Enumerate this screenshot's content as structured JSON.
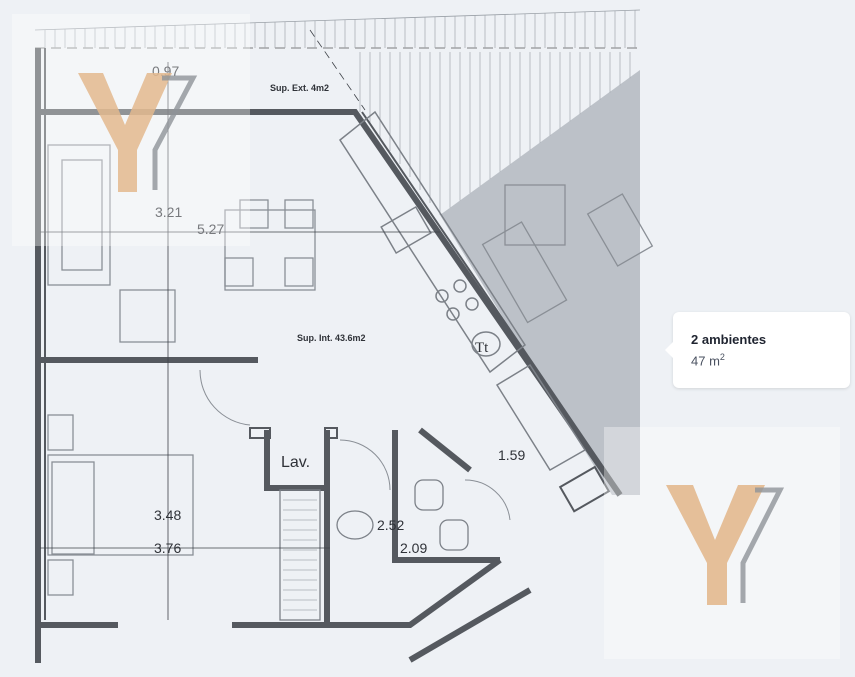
{
  "listing": {
    "rooms_label": "2 ambientes",
    "area_value": "47 m",
    "area_unit_sup": "2"
  },
  "plan": {
    "exterior_surface": "Sup. Ext. 4m2",
    "interior_surface": "Sup. Int. 43.6m2",
    "laundry_label": "Lav.",
    "cooktop_label": "Tt",
    "dimensions": [
      "0.97",
      "3.21",
      "5.27",
      "3.48",
      "3.76",
      "2.52",
      "2.09",
      "1.59"
    ]
  },
  "colors": {
    "wall": "#55595f",
    "line": "#8a8f96",
    "shade": "#a9aeb5",
    "logo_accent": "#e3b98e",
    "logo_gray": "#8f9399"
  },
  "icons": [
    "watermark-logo",
    "callout-arrow"
  ]
}
